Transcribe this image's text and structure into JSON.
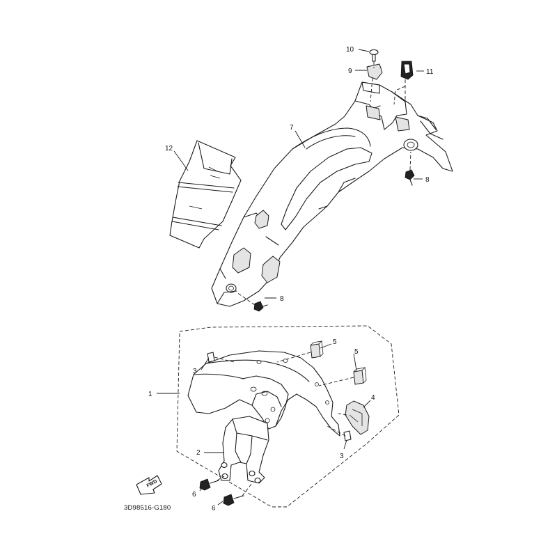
{
  "diagram": {
    "callouts": {
      "p1": "1",
      "p2": "2",
      "p3a": "3",
      "p3b": "3",
      "p4": "4",
      "p5a": "5",
      "p5b": "5",
      "p6a": "6",
      "p6b": "6",
      "p7": "7",
      "p8a": "8",
      "p8b": "8",
      "p9": "9",
      "p10": "10",
      "p11": "11",
      "p12": "12"
    },
    "fwd_label": "FWD",
    "drawing_code": "3D98516-G180"
  }
}
